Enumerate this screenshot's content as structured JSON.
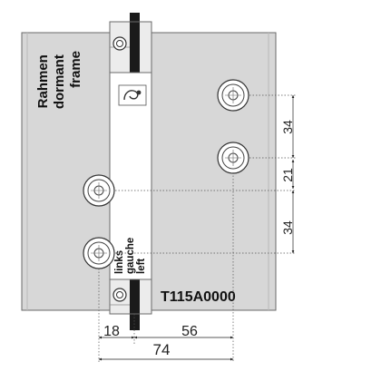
{
  "frame_label": [
    "Rahmen",
    "dormant",
    "frame"
  ],
  "side_label": [
    "links",
    "gauche",
    "left"
  ],
  "part_number": "T115A0000",
  "dimensions": {
    "vertical": [
      "34",
      "21",
      "34"
    ],
    "horizontal": [
      "18",
      "56",
      "74"
    ]
  },
  "colors": {
    "plate": "#d7d7d7",
    "plate_stroke": "#6a6a6a",
    "strip": "#ffffff",
    "pin": "#1a1a1a",
    "ink": "#111111"
  },
  "icons": [
    "hinge-logo-icon"
  ]
}
